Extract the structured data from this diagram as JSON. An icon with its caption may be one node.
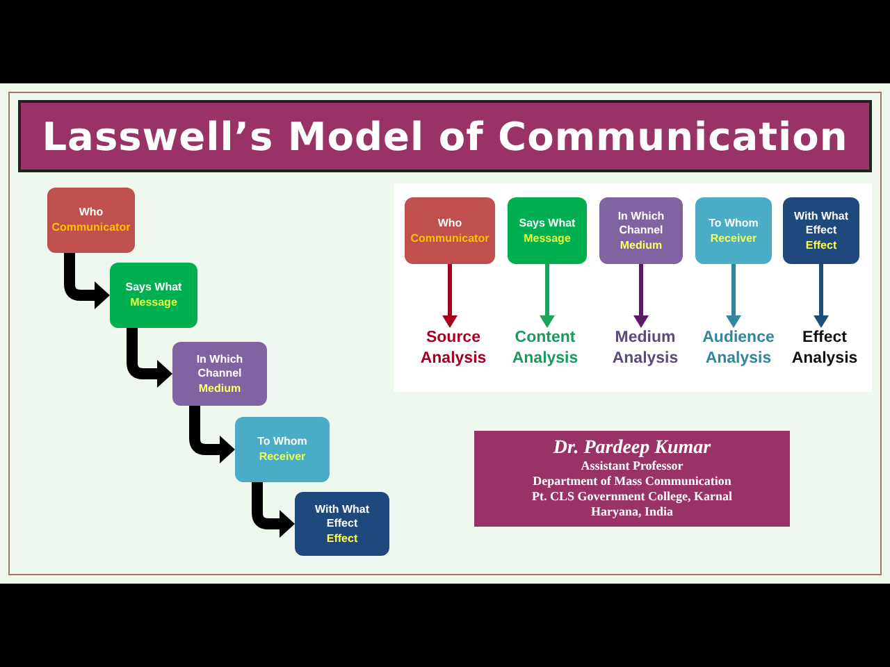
{
  "diagram": {
    "title": "Lasswell’s Model of Communication",
    "nodes": [
      {
        "text": [
          "Who",
          "Communicator"
        ]
      },
      {
        "text": [
          "Says What",
          "Message"
        ]
      },
      {
        "text": [
          "In Which Channel",
          "Medium"
        ]
      },
      {
        "text": [
          "To Whom",
          "Receiver"
        ]
      },
      {
        "text": [
          "With What Effect",
          "Effect"
        ]
      },
      {
        "text": [],
        "shape": "box"
      },
      {
        "text": [
          "Who",
          "Communicator"
        ],
        "in": 5
      },
      {
        "text": [
          "Says What",
          "Message"
        ],
        "in": 5
      },
      {
        "text": [
          "In Which Channel",
          "Medium"
        ],
        "in": 5
      },
      {
        "text": [
          "To Whom",
          "Receiver"
        ],
        "in": 5
      },
      {
        "text": [
          "With What Effect",
          "Effect"
        ],
        "in": 5
      },
      {
        "text": [
          "Source Analysis"
        ],
        "in": 5
      },
      {
        "text": [
          "Content Analysis"
        ],
        "in": 5
      },
      {
        "text": [
          "Medium Analysis"
        ],
        "in": 5
      },
      {
        "text": [
          "Audience Analysis"
        ],
        "in": 5
      },
      {
        "text": [
          "Effect Analysis"
        ],
        "in": 5
      },
      {
        "text": [
          "Dr. Pardeep Kumar",
          "Assistant Professor",
          "Department of Mass Communication",
          "Pt. CLS Government College, Karnal",
          "Haryana, India"
        ]
      }
    ],
    "edges": [
      {
        "from": 0,
        "to": 1,
        "arrow": "to",
        "style": "thick"
      },
      {
        "from": 1,
        "to": 2,
        "arrow": "to",
        "style": "thick"
      },
      {
        "from": 2,
        "to": 3,
        "arrow": "to",
        "style": "thick"
      },
      {
        "from": 3,
        "to": 4,
        "arrow": "to",
        "style": "thick"
      },
      {
        "from": 6,
        "to": 11,
        "arrow": "to",
        "color": "#a50021"
      },
      {
        "from": 7,
        "to": 12,
        "arrow": "to",
        "color": "#19a65a"
      },
      {
        "from": 8,
        "to": 13,
        "arrow": "to",
        "color": "#5c1a66"
      },
      {
        "from": 9,
        "to": 14,
        "arrow": "to",
        "color": "#31859c"
      },
      {
        "from": 10,
        "to": 15,
        "arrow": "to",
        "color": "#1f4e79"
      }
    ]
  }
}
